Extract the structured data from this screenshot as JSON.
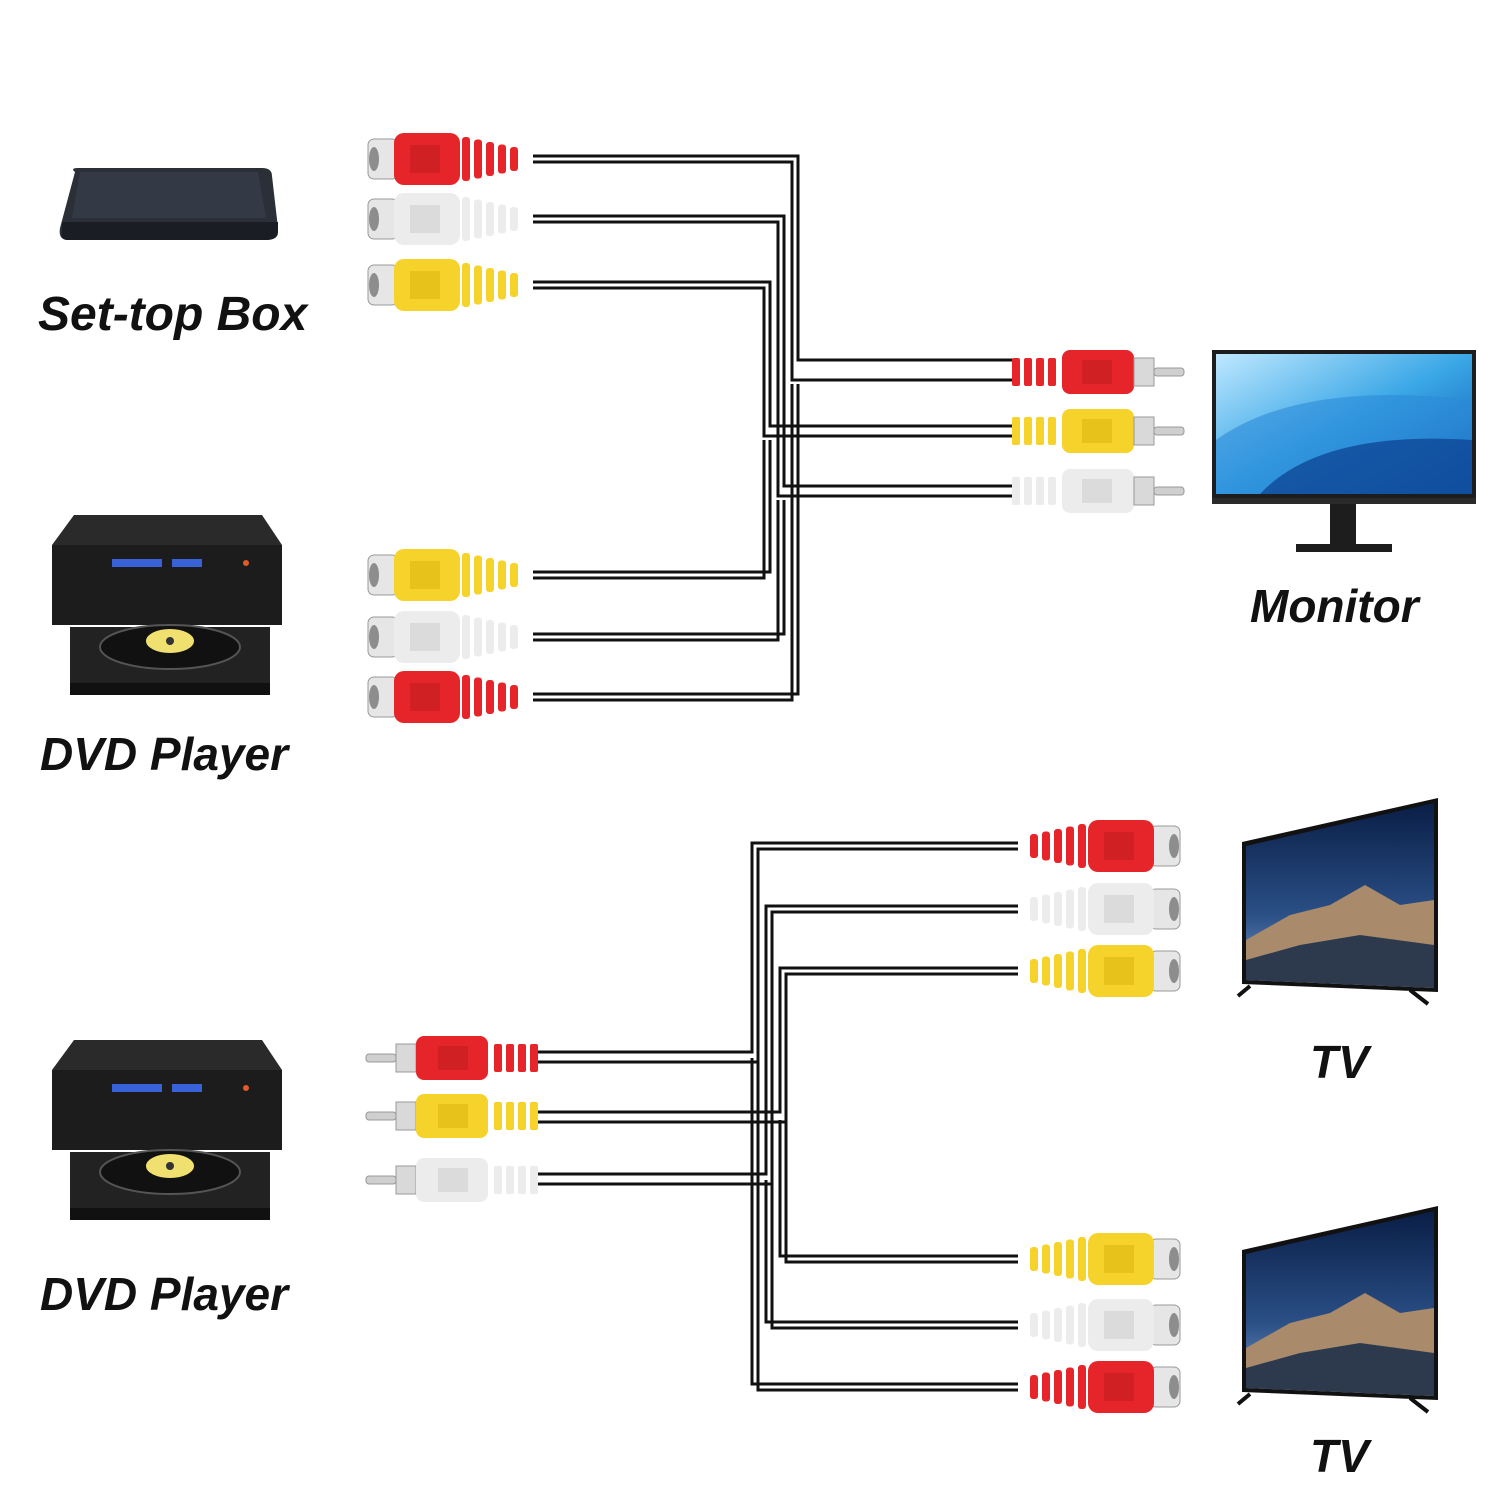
{
  "devices": {
    "set_top_box": {
      "label": "Set-top Box"
    },
    "dvd_player_top": {
      "label": "DVD Player"
    },
    "monitor": {
      "label": "Monitor"
    },
    "dvd_player_bottom": {
      "label": "DVD Player"
    },
    "tv_top": {
      "label": "TV"
    },
    "tv_bottom": {
      "label": "TV"
    }
  },
  "colors": {
    "red": "#e5252a",
    "white": "#ececec",
    "yellow": "#f6d32a",
    "cable": "#111111"
  },
  "connections": {
    "top_section": "Set-top Box and DVD Player female RCA jacks merged into male RCA plugs to Monitor",
    "bottom_section": "DVD Player male RCA plugs split into two sets of female RCA jacks to two TVs"
  }
}
